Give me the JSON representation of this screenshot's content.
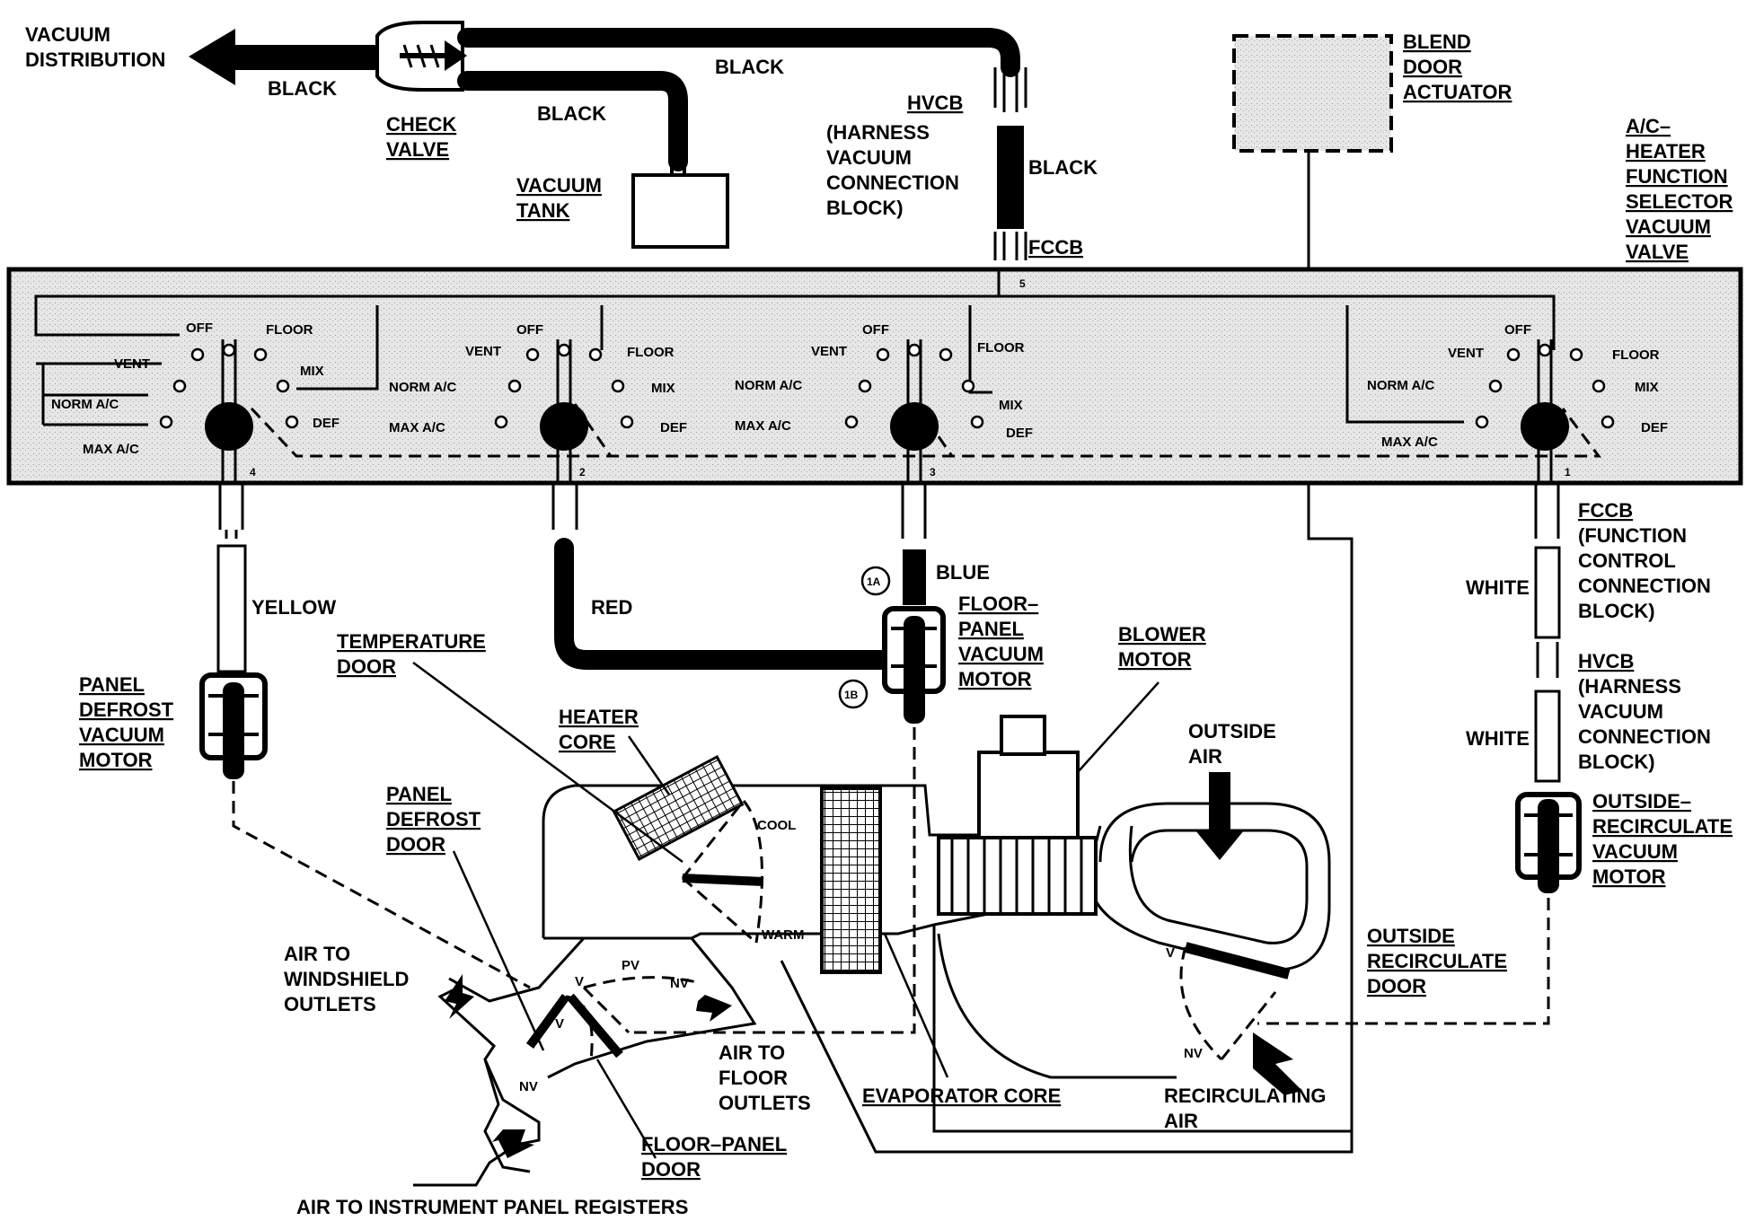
{
  "labels": {
    "vacuum_distribution": [
      "VACUUM",
      "DISTRIBUTION"
    ],
    "black_left": "BLACK",
    "black_top": "BLACK",
    "black_mid": "BLACK",
    "black_hvcb": "BLACK",
    "check_valve": [
      "CHECK",
      "VALVE"
    ],
    "vacuum_tank": [
      "VACUUM",
      "TANK"
    ],
    "hvcb_top": "HVCB",
    "hvcb_top_desc": [
      "(HARNESS",
      "VACUUM",
      "CONNECTION",
      "BLOCK)"
    ],
    "fccb_top": "FCCB",
    "blend_door_actuator": [
      "BLEND",
      "DOOR",
      "ACTUATOR"
    ],
    "selector_valve": [
      "A/C–",
      "HEATER",
      "FUNCTION",
      "SELECTOR",
      "VACUUM",
      "VALVE"
    ],
    "yellow": "YELLOW",
    "red": "RED",
    "blue": "BLUE",
    "port_1a": "1A",
    "port_1b": "1B",
    "white_1": "WHITE",
    "white_2": "WHITE",
    "fccb_right": "FCCB",
    "fccb_right_desc": [
      "(FUNCTION",
      "CONTROL",
      "CONNECTION",
      "BLOCK)"
    ],
    "hvcb_right": "HVCB",
    "hvcb_right_desc": [
      "(HARNESS",
      "VACUUM",
      "CONNECTION",
      "BLOCK)"
    ],
    "panel_defrost_motor": [
      "PANEL",
      "DEFROST",
      "VACUUM",
      "MOTOR"
    ],
    "temperature_door": [
      "TEMPERATURE",
      "DOOR"
    ],
    "floor_panel_motor": [
      "FLOOR–",
      "PANEL",
      "VACUUM",
      "MOTOR"
    ],
    "blower_motor": [
      "BLOWER",
      "MOTOR"
    ],
    "heater_core": [
      "HEATER",
      "CORE"
    ],
    "outside_air": [
      "OUTSIDE",
      "AIR"
    ],
    "outside_recirc_motor": [
      "OUTSIDE–",
      "RECIRCULATE",
      "VACUUM",
      "MOTOR"
    ],
    "panel_defrost_door": [
      "PANEL",
      "DEFROST",
      "DOOR"
    ],
    "cool": "COOL",
    "warm": "WARM",
    "air_to_windshield": [
      "AIR TO",
      "WINDSHIELD",
      "OUTLETS"
    ],
    "outside_recirc_door": [
      "OUTSIDE",
      "RECIRCULATE",
      "DOOR"
    ],
    "air_to_floor": [
      "AIR TO",
      "FLOOR",
      "OUTLETS"
    ],
    "evaporator_core": "EVAPORATOR CORE",
    "recirculating_air": [
      "RECIRCULATING",
      "AIR"
    ],
    "floor_panel_door": [
      "FLOOR–PANEL",
      "DOOR"
    ],
    "air_to_registers": "AIR TO INSTRUMENT PANEL REGISTERS",
    "door_v1": "V",
    "door_v2": "V",
    "door_nv1": "NV",
    "door_pv": "PV",
    "door_nv2": "NV",
    "door_v3": "V",
    "door_nv3": "NV"
  },
  "selector_panel": {
    "ports": [
      "4",
      "2",
      "3",
      "1",
      "5"
    ],
    "dials": [
      {
        "off": "OFF",
        "vent": "VENT",
        "norm": "NORM A/C",
        "max": "MAX A/C",
        "floor": "FLOOR",
        "mix": "MIX",
        "def": "DEF"
      },
      {
        "off": "OFF",
        "vent": "VENT",
        "norm": "NORM A/C",
        "max": "MAX A/C",
        "floor": "FLOOR",
        "mix": "MIX",
        "def": "DEF"
      },
      {
        "off": "OFF",
        "vent": "VENT",
        "norm": "NORM A/C",
        "max": "MAX A/C",
        "floor": "FLOOR",
        "mix": "MIX",
        "def": "DEF"
      },
      {
        "off": "OFF",
        "vent": "VENT",
        "norm": "NORM A/C",
        "max": "MAX A/C",
        "floor": "FLOOR",
        "mix": "MIX",
        "def": "DEF"
      }
    ]
  },
  "colors": {
    "line": "#000000",
    "panel_fill": "#e4e4e4",
    "background": "#ffffff"
  }
}
